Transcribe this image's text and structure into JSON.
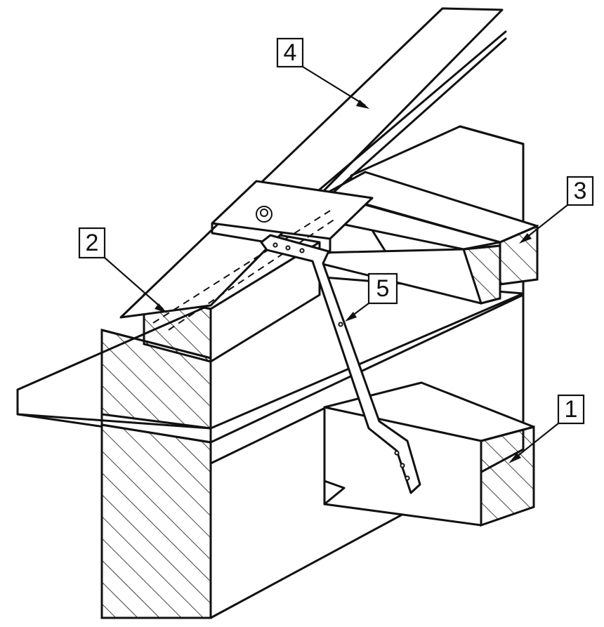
{
  "callouts": [
    {
      "id": "1",
      "label": "1"
    },
    {
      "id": "2",
      "label": "2"
    },
    {
      "id": "3",
      "label": "3"
    },
    {
      "id": "4",
      "label": "4"
    },
    {
      "id": "5",
      "label": "5"
    }
  ],
  "colors": {
    "stroke": "#111111",
    "background": "#ffffff"
  }
}
